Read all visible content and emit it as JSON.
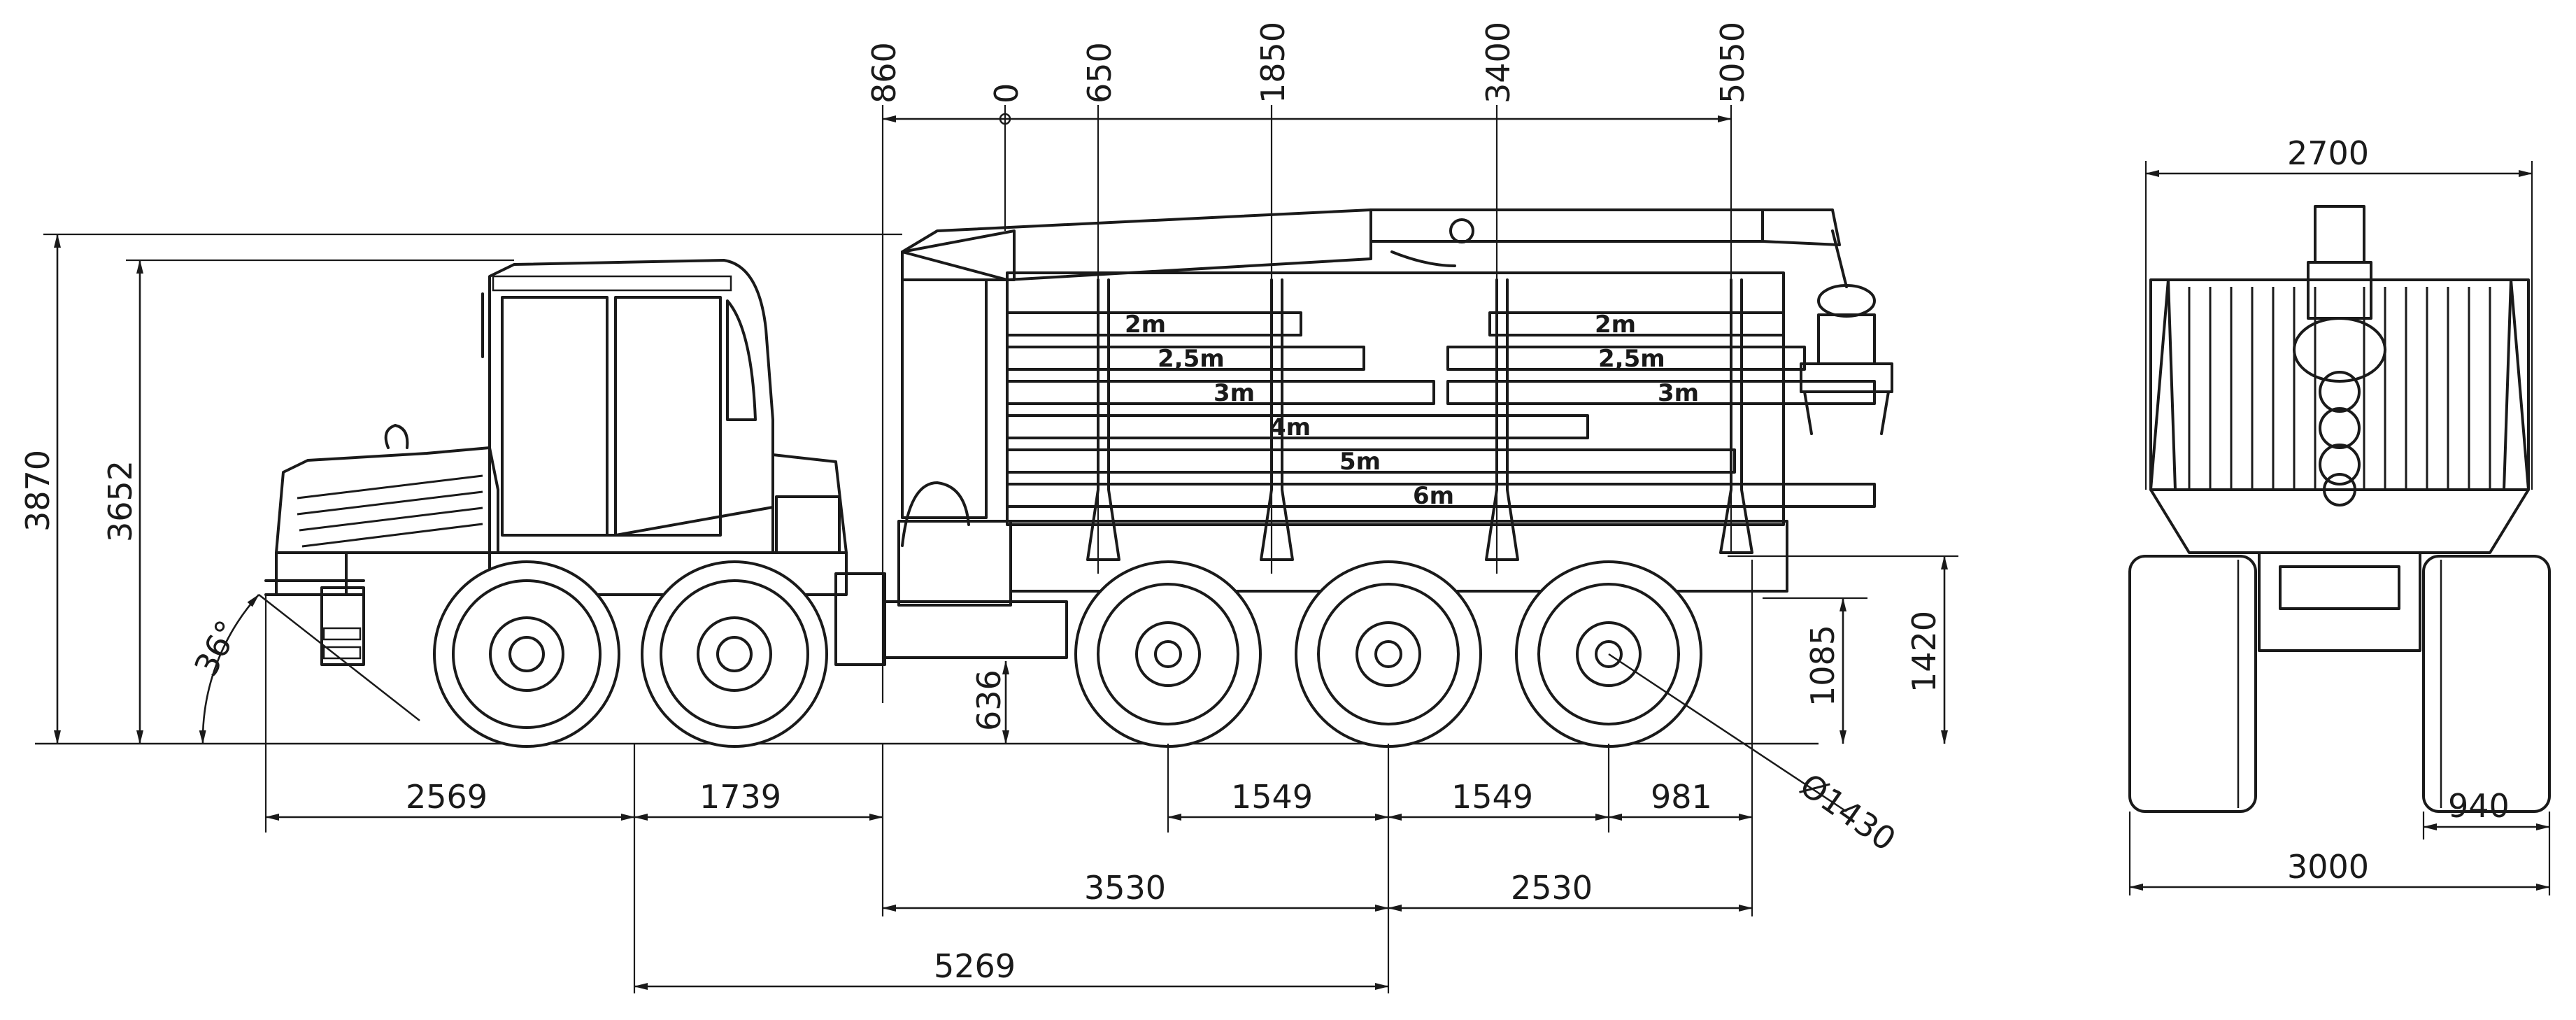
{
  "dimensions": {
    "boom_positions": [
      "860",
      "0",
      "650",
      "1850",
      "3400",
      "5050"
    ],
    "total_height": "3870",
    "cab_height": "3652",
    "approach_angle": "36°",
    "ground_clearance": "636",
    "bunk_height": "1085",
    "load_floor_height": "1420",
    "front_overhang": "2569",
    "front_bogie": "1739",
    "rear_axle_spacing_1": "1549",
    "rear_axle_spacing_2": "1549",
    "rear_overhang": "981",
    "wheel_diameter": "Ø1430",
    "articulation_to_rear": "3530",
    "rear_axle_to_end": "2530",
    "wheelbase": "5269",
    "width_top": "2700",
    "width_total": "3000",
    "tire_width": "940"
  },
  "log_lengths": {
    "left": [
      "2m",
      "2,5m",
      "3m",
      "4m",
      "5m",
      "6m"
    ],
    "right": [
      "2m",
      "2,5m",
      "3m"
    ]
  }
}
